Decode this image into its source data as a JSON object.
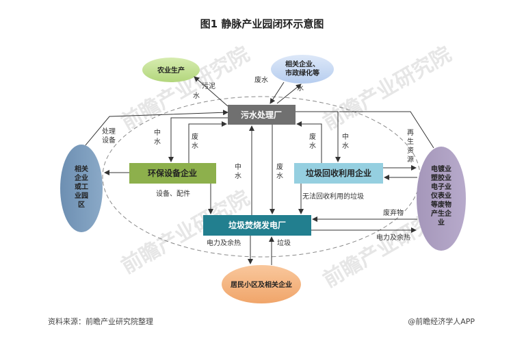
{
  "title": "图1  静脉产业园闭环示意图",
  "footer": {
    "source": "资料来源：前瞻产业研究院整理",
    "credit": "@前瞻经济学人APP"
  },
  "watermark": "前瞻产业研究院",
  "nodes": {
    "sewage_plant": "污水处理厂",
    "eco_equipment": "环保设备企业",
    "waste_recycle": "垃圾回收利用企业",
    "incineration": "垃圾焚烧发电厂",
    "agriculture": "农业生产",
    "municipal": [
      "相关企业、",
      "市政绿化等"
    ],
    "industrial_park": [
      "相关",
      "企业",
      "或工",
      "业园",
      "区"
    ],
    "industries": [
      "电镀业",
      "塑胶业",
      "电子业",
      "仪表业",
      "等废物",
      "产生企",
      "业"
    ],
    "residential": "居民小区及相关企业"
  },
  "labels": {
    "sludge": "污泥",
    "water_agri": "水",
    "wastewater_top": "废水",
    "water_top": "水",
    "processing_equipment": [
      "处理",
      "设备"
    ],
    "recycled_water_left": [
      "中",
      "水"
    ],
    "wastewater_left": [
      "废",
      "水"
    ],
    "recycled_water_mid": [
      "中",
      "水"
    ],
    "wastewater_mid": [
      "废",
      "水"
    ],
    "wastewater_right": [
      "废",
      "水"
    ],
    "recycled_water_right": [
      "中",
      "水"
    ],
    "renewable_resources": [
      "再",
      "生",
      "资",
      "源"
    ],
    "equipment_parts": "设备、配件",
    "unrecyclable_waste": "无法回收利用的垃圾",
    "waste_material": "废弃物",
    "power_heat_right": "电力及余热",
    "power_heat_bottom": "电力及余热",
    "garbage": "垃圾"
  }
}
